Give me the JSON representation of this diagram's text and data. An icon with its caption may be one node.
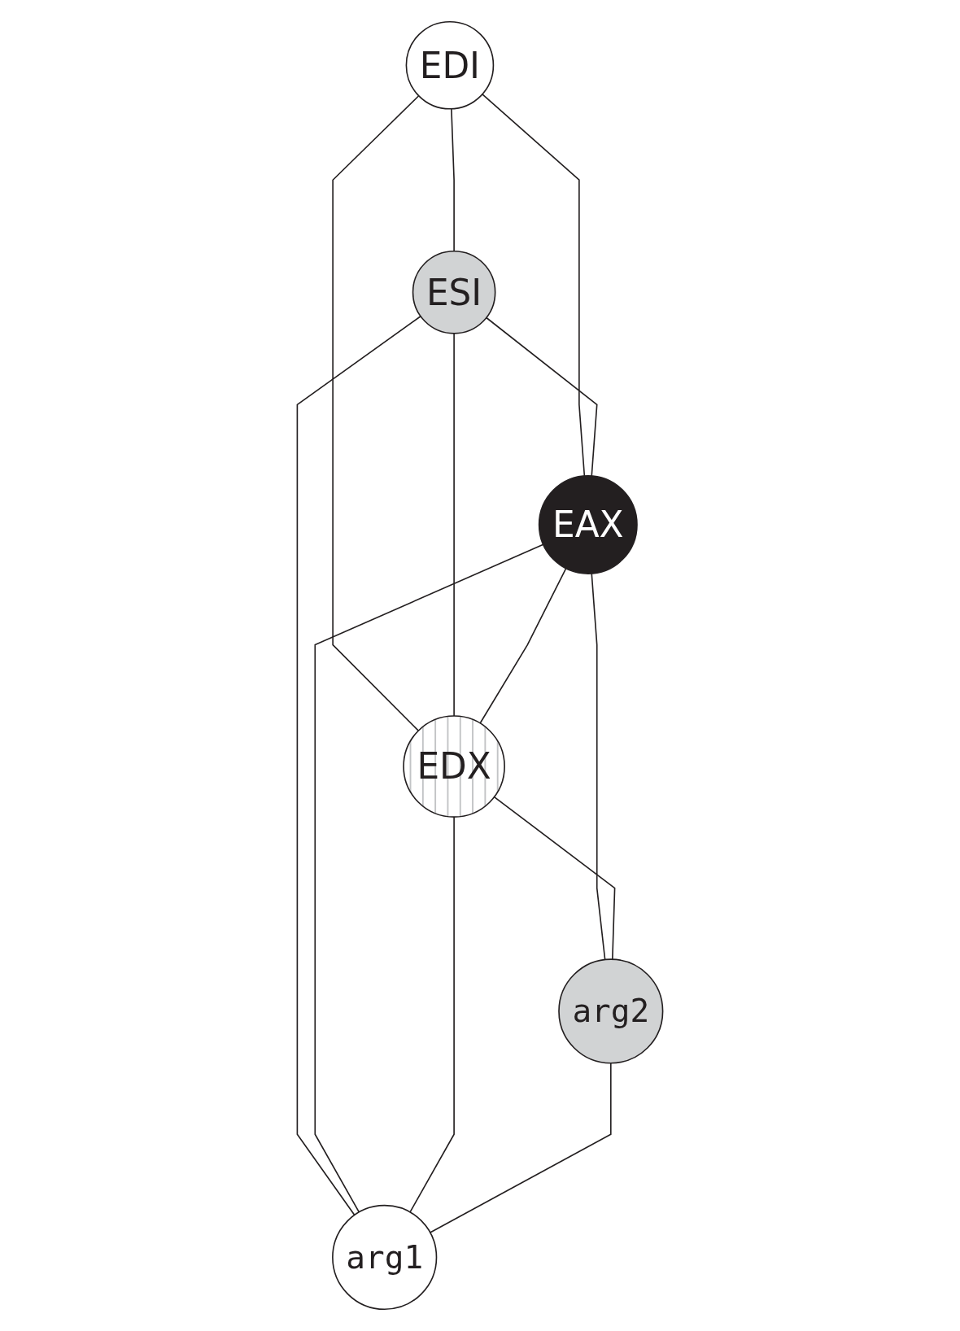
{
  "diagram": {
    "nodes": [
      {
        "text": [
          "EDI"
        ]
      },
      {
        "text": [
          "ESI"
        ]
      },
      {
        "text": [
          "EAX"
        ]
      },
      {
        "text": [
          "EDX"
        ]
      },
      {
        "text": [
          "arg2"
        ]
      },
      {
        "text": [
          "arg1"
        ]
      }
    ],
    "edges": [
      {
        "from": 0,
        "to": 1,
        "arrow": "none"
      },
      {
        "from": 0,
        "to": 2,
        "arrow": "none"
      },
      {
        "from": 0,
        "to": 3,
        "arrow": "none"
      },
      {
        "from": 1,
        "to": 2,
        "arrow": "none"
      },
      {
        "from": 1,
        "to": 3,
        "arrow": "none"
      },
      {
        "from": 1,
        "to": 5,
        "arrow": "none"
      },
      {
        "from": 2,
        "to": 3,
        "arrow": "none"
      },
      {
        "from": 2,
        "to": 4,
        "arrow": "none"
      },
      {
        "from": 2,
        "to": 5,
        "arrow": "none"
      },
      {
        "from": 3,
        "to": 4,
        "arrow": "none"
      },
      {
        "from": 3,
        "to": 5,
        "arrow": "none"
      },
      {
        "from": 4,
        "to": 5,
        "arrow": "none"
      }
    ]
  }
}
